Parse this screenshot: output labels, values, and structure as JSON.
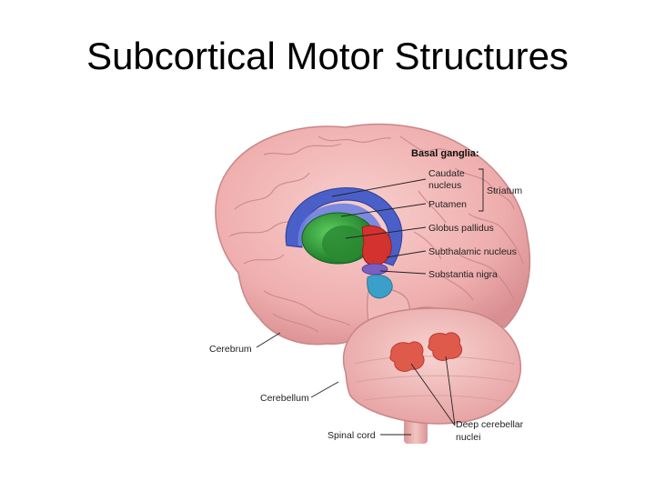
{
  "title": "Subcortical Motor Structures",
  "labels": {
    "basal_ganglia": "Basal ganglia:",
    "caudate_1": "Caudate",
    "caudate_2": "nucleus",
    "putamen": "Putamen",
    "striatum": "Striatum",
    "globus_pallidus": "Globus pallidus",
    "subthalamic": "Subthalamic nucleus",
    "substantia_nigra": "Substantia nigra",
    "cerebrum": "Cerebrum",
    "cerebellum": "Cerebellum",
    "spinal_cord": "Spinal cord",
    "deep_1": "Deep cerebellar",
    "deep_2": "nuclei"
  },
  "colors": {
    "brain": "#f2b5b4",
    "gyri_lines": "#c98687",
    "caudate": "#4a5fc8",
    "putamen": "#1f8f3a",
    "globus_pallidus": "#1a6f28",
    "subthalamic": "#d4322e",
    "substantia_nigra": "#3aa0c9",
    "deep_nuclei": "#e05a4c"
  }
}
